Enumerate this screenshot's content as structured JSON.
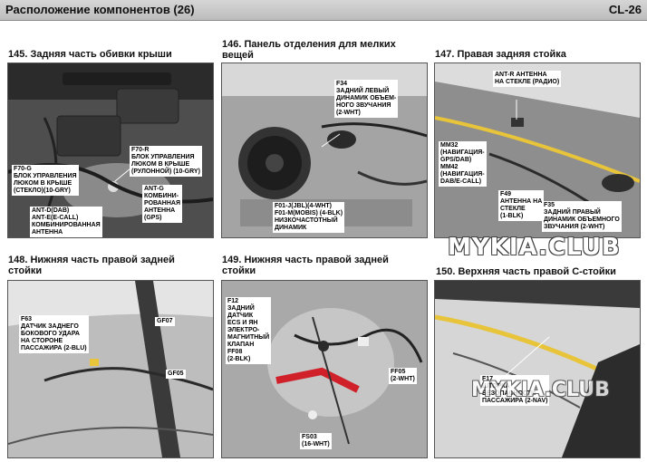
{
  "header": {
    "title": "Расположение компонентов (26)",
    "code": "CL-26"
  },
  "panels": [
    {
      "title_lines": [
        "145. Задняя часть обивки крыши"
      ],
      "labels": [
        "F70-R\nБЛОК УПРАВЛЕНИЯ\nЛЮКОМ В КРЫШЕ\n(РУЛОННОЙ) (10-GRY)",
        "F70-G\nБЛОК УПРАВЛЕНИЯ\nЛЮКОМ В КРЫШЕ\n(СТЕКЛО)(10-GRY)",
        "ANT-G\nКОМБИНИ-\nРОВАННАЯ\nАНТЕННА\n(GPS)",
        "ANT-D(DAB)\nANT-E(E-CALL)\nКОМБИНИРОВАННАЯ\nАНТЕННА"
      ]
    },
    {
      "title_lines": [
        "146. Панель отделения для мелких",
        "вещей"
      ],
      "labels": [
        "F34\nЗАДНИЙ ЛЕВЫЙ\nДИНАМИК ОБЪЕМ-\nНОГО ЗВУЧАНИЯ\n(2-WHT)",
        "F01-J(JBL)(4-WHT)\nF01-M(MOBIS) (4-BLK)\nНИЗКОЧАСТОТНЫЙ\nДИНАМИК"
      ]
    },
    {
      "title_lines": [
        "147. Правая задняя стойка"
      ],
      "labels": [
        "ANT-R АНТЕННА\nНА СТЕКЛЕ (РАДИО)",
        "MM32\n(НАВИГАЦИЯ-\nGPS/DAB)\nMM42\n(НАВИГАЦИЯ-\nDAB/E-CALL)",
        "F49\nАНТЕННА НА\nСТЕКЛЕ\n(1-BLK)",
        "F35\nЗАДНИЙ ПРАВЫЙ\nДИНАМИК ОБЪЕМНОГО\nЗВУЧАНИЯ (2-WHT)"
      ]
    },
    {
      "title_lines": [
        "148. Нижняя часть правой задней",
        "стойки"
      ],
      "labels": [
        "F63\nДАТЧИК ЗАДНЕГО\nБОКОВОГО УДАРА\nНА СТОРОНЕ\nПАССАЖИРА (2-BLU)",
        "GF07",
        "GF05"
      ]
    },
    {
      "title_lines": [
        "149. Нижняя часть правой задней",
        "стойки"
      ],
      "labels": [
        "F12\nЗАДНИЙ\nДАТЧИК\nECS И ЯН\nЭЛЕКТРО-\nМАГНИТНЫЙ\nКЛАПАН\nFF08\n(2-BLK)",
        "FF05\n(2-WHT)",
        "FS03\n(16-WHT)"
      ]
    },
    {
      "title_lines": [
        "150. Верхняя часть правой С-стойки"
      ],
      "labels": [
        "F17\nШТОРКА\nБЕЗОПАСНОСТИ\nПАССАЖИРА (2-NAV)"
      ]
    }
  ],
  "watermarks": [
    "MYKIA.CLUB",
    "MYKIA.CLUB"
  ],
  "colors": {
    "header_bg": "#c8c8c8",
    "wire_yellow": "#e8c43a",
    "wire_red": "#d0202a"
  }
}
